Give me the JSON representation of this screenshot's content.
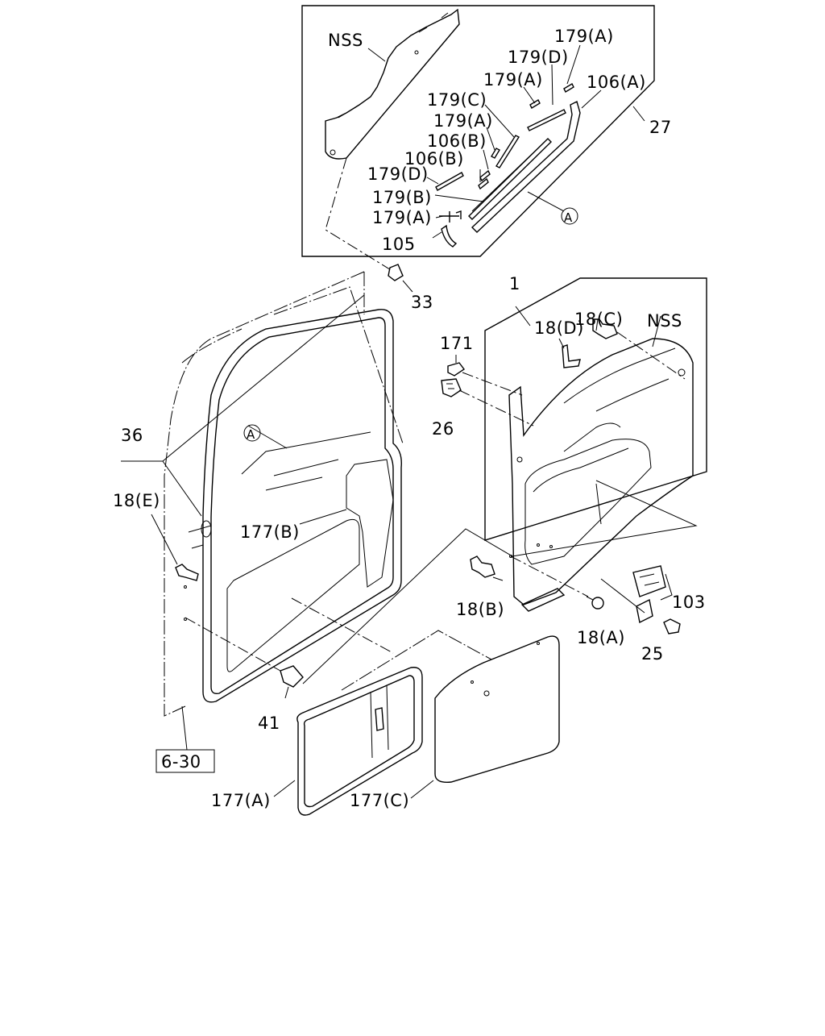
{
  "diagram": {
    "callouts": {
      "nss_top": "NSS",
      "p179a_1": "179(A)",
      "p179d_1": "179(D)",
      "p179a_2": "179(A)",
      "p106a": "106(A)",
      "p179c": "179(C)",
      "p179a_3": "179(A)",
      "p27": "27",
      "p106b_1": "106(B)",
      "p106b_2": "106(B)",
      "p179d_2": "179(D)",
      "p179b": "179(B)",
      "ref_a_top": "A",
      "p179a_4": "179(A)",
      "p105": "105",
      "p33": "33",
      "p1": "1",
      "p18c": "18(C)",
      "nss_right": "NSS",
      "p18d": "18(D)",
      "p171": "171",
      "p26": "26",
      "p36": "36",
      "ref_a_door": "A",
      "p18e": "18(E)",
      "p177b": "177(B)",
      "p18b": "18(B)",
      "p103": "103",
      "p18a": "18(A)",
      "p25": "25",
      "p41": "41",
      "ref_6_30": "6-30",
      "p177a": "177(A)",
      "p177c": "177(C)"
    }
  }
}
